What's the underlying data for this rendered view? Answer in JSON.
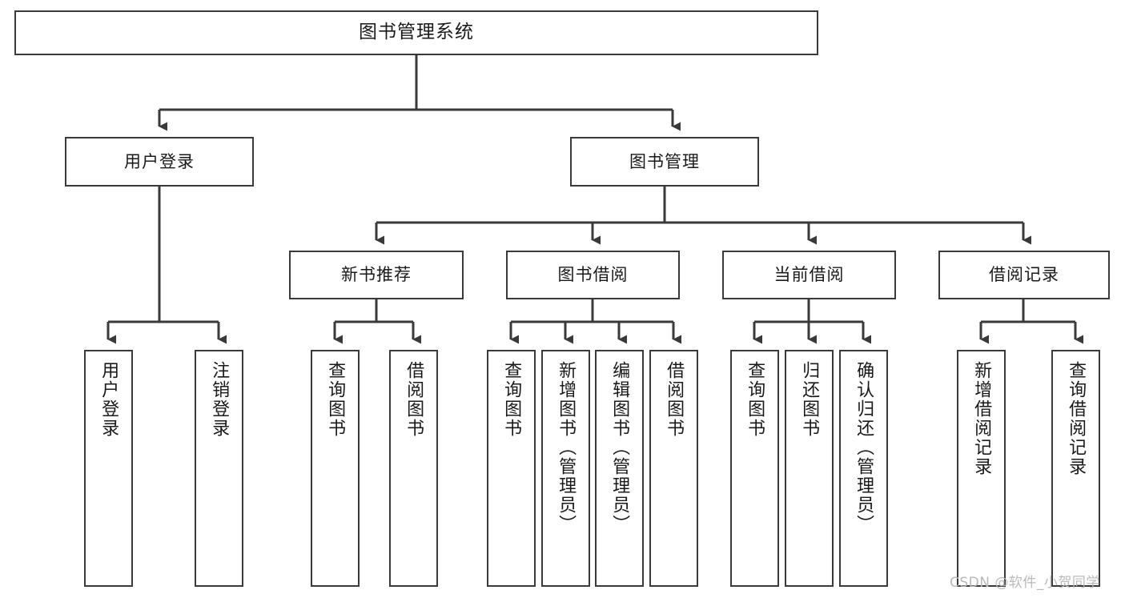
{
  "diagram": {
    "type": "tree-hierarchy-chart",
    "title": "图书管理系统",
    "line_color": "#3a3a3a",
    "box_fill": "#ffffff",
    "text_color": "#1a1a1a",
    "nodes": {
      "root": {
        "label": "图书管理系统"
      },
      "level2": [
        {
          "id": "user-login",
          "label": "用户登录"
        },
        {
          "id": "book-manage",
          "label": "图书管理"
        }
      ],
      "level3": [
        {
          "id": "new-book-recommend",
          "label": "新书推荐"
        },
        {
          "id": "book-borrow",
          "label": "图书借阅"
        },
        {
          "id": "current-borrow",
          "label": "当前借阅"
        },
        {
          "id": "borrow-record",
          "label": "借阅记录"
        }
      ],
      "leaves": {
        "user-login": [
          {
            "id": "leaf-user-login",
            "label": "用户登录"
          },
          {
            "id": "leaf-logout-login",
            "label": "注销登录"
          }
        ],
        "new-book-recommend": [
          {
            "id": "leaf-query-book-1",
            "label": "查询图书"
          },
          {
            "id": "leaf-borrow-book-1",
            "label": "借阅图书"
          }
        ],
        "book-borrow": [
          {
            "id": "leaf-query-book-2",
            "label": "查询图书"
          },
          {
            "id": "leaf-add-book-admin",
            "label": "新增图书（管理员）"
          },
          {
            "id": "leaf-edit-book-admin",
            "label": "编辑图书（管理员）"
          },
          {
            "id": "leaf-borrow-book-2",
            "label": "借阅图书"
          }
        ],
        "current-borrow": [
          {
            "id": "leaf-query-book-3",
            "label": "查询图书"
          },
          {
            "id": "leaf-return-book",
            "label": "归还图书"
          },
          {
            "id": "leaf-confirm-return-admin",
            "label": "确认归还（管理员）"
          }
        ],
        "borrow-record": [
          {
            "id": "leaf-add-borrow-record",
            "label": "新增借阅记录"
          },
          {
            "id": "leaf-query-borrow-record",
            "label": "查询借阅记录"
          }
        ]
      }
    }
  },
  "watermark": {
    "text": "CSDN @软件_小贺同学",
    "color": "#b9b9b9"
  }
}
